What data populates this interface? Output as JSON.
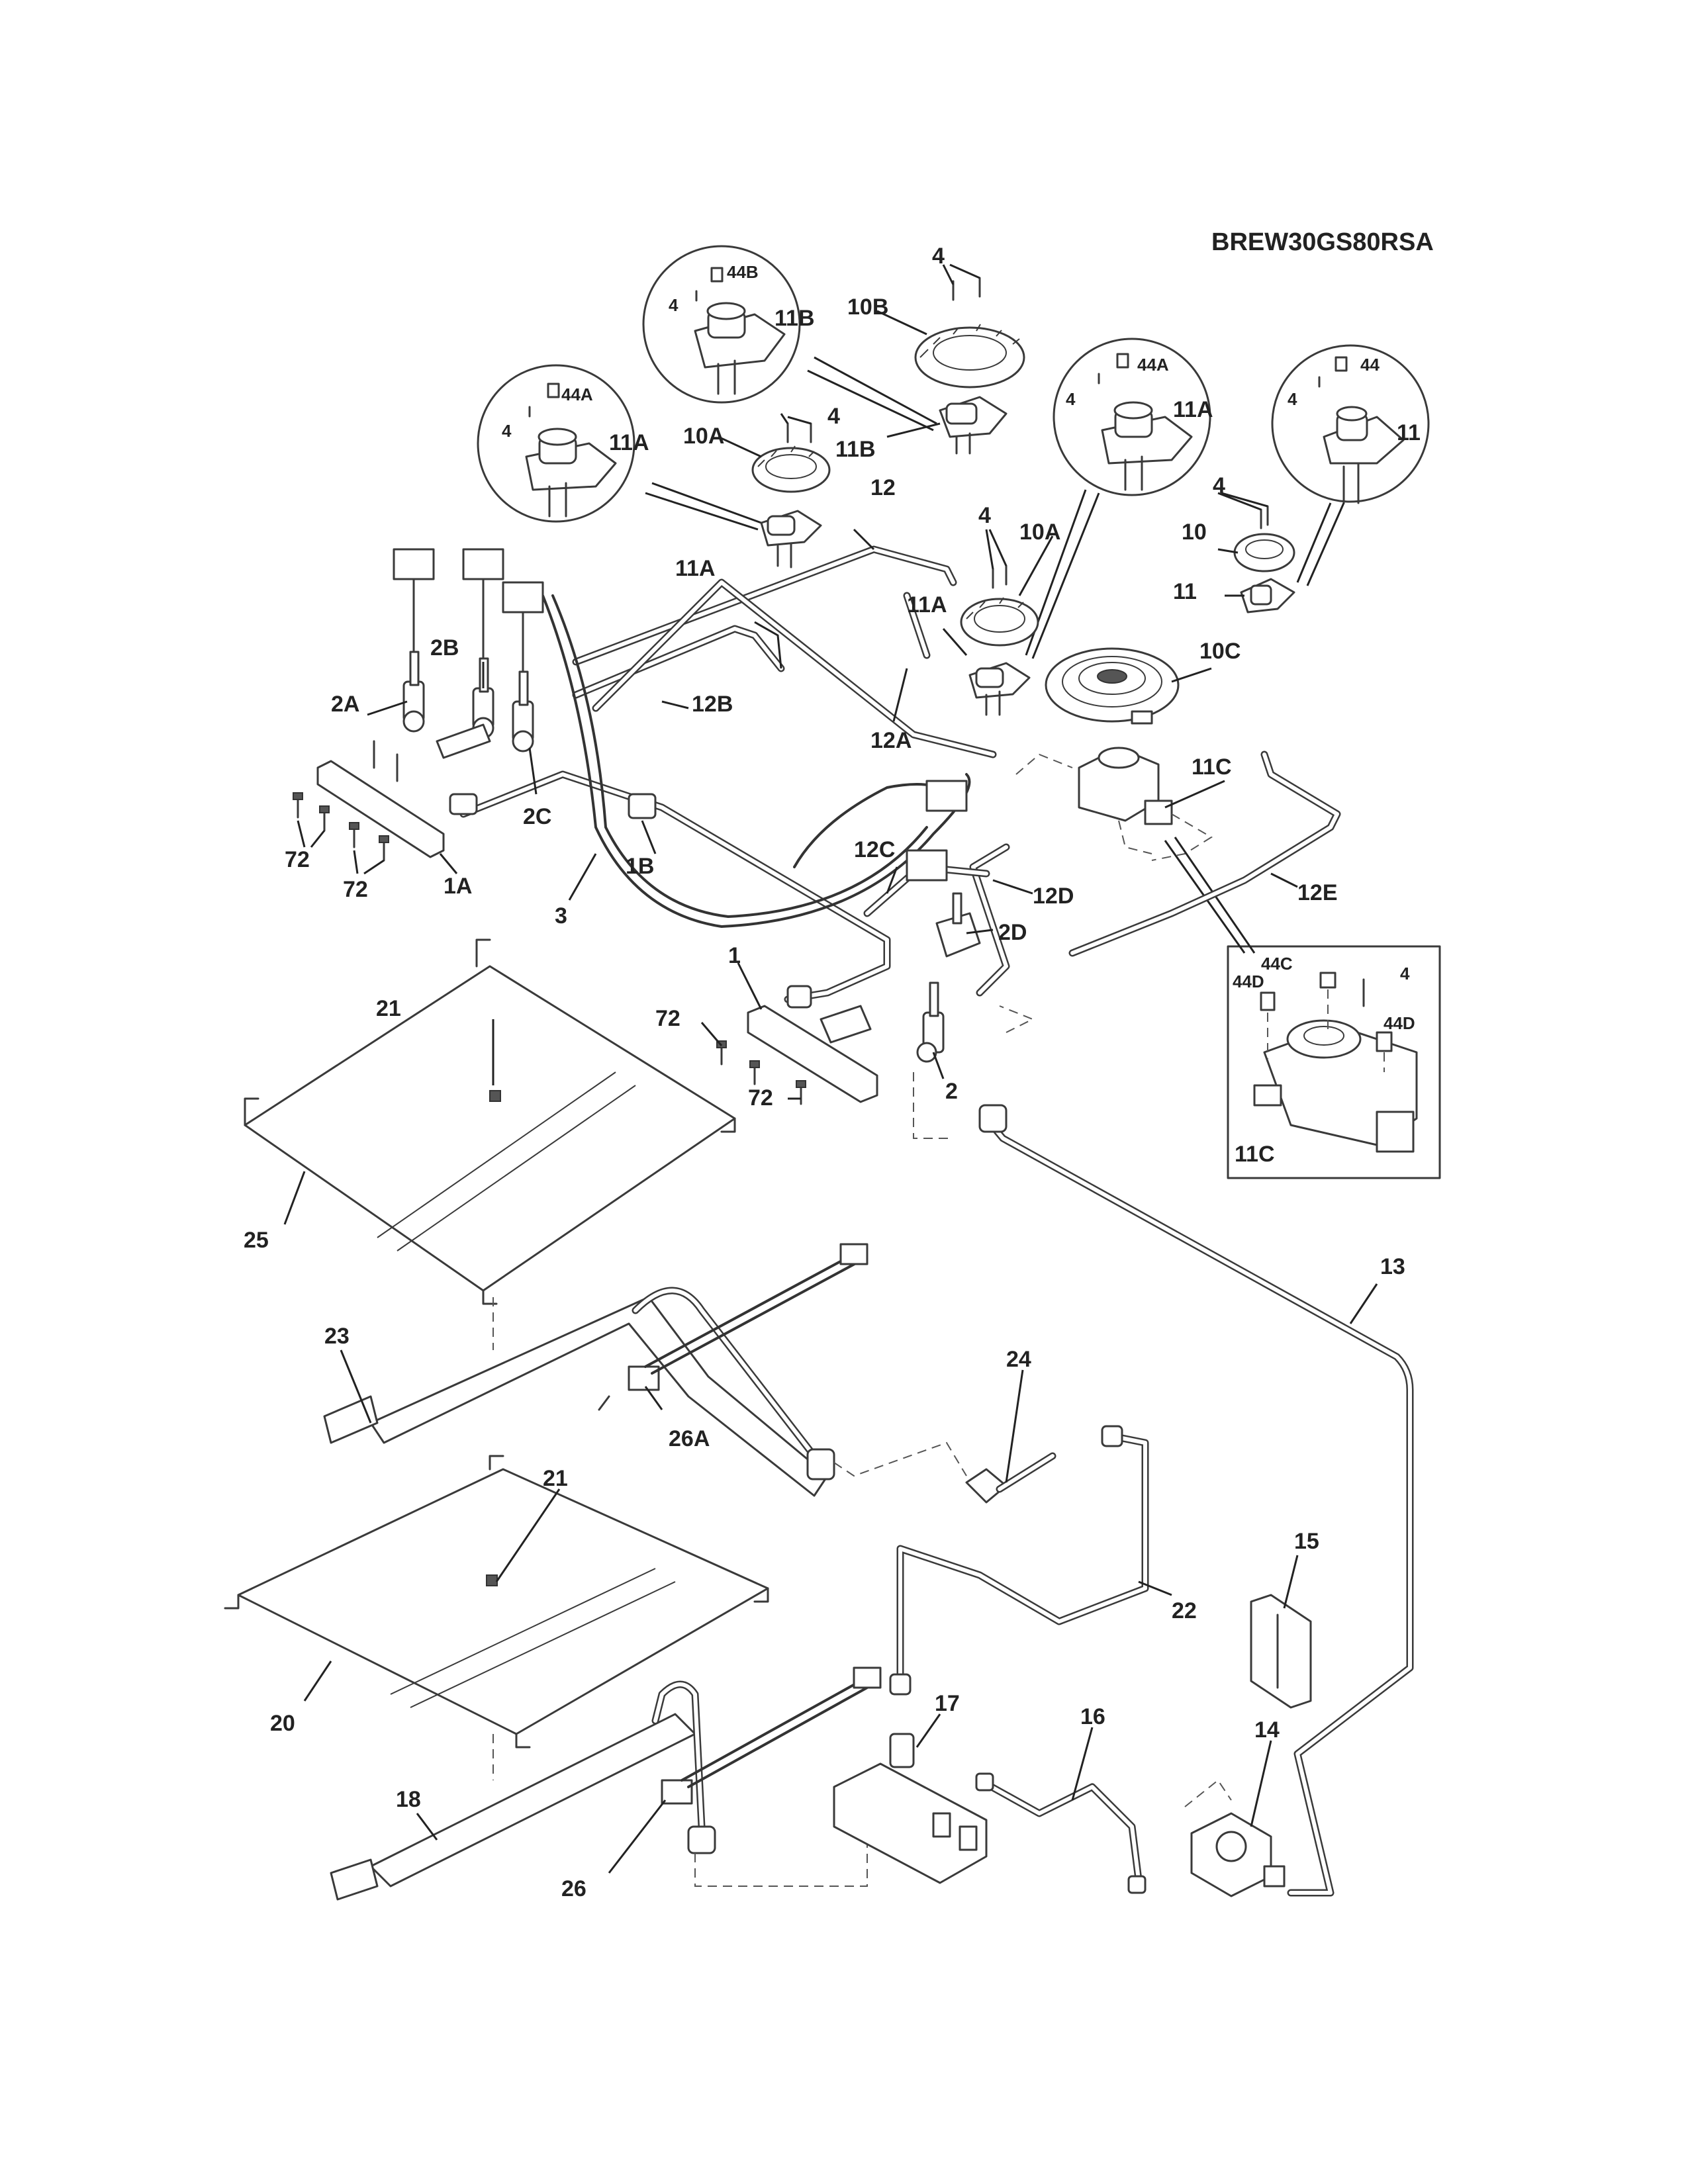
{
  "model": "BREW30GS80RSA",
  "labels": {
    "l_4a": "4",
    "l_44b": "44B",
    "l_4b": "4",
    "l_11b_top": "11B",
    "l_10b": "10B",
    "l_4c": "4",
    "l_44a_l": "44A",
    "l_4d": "4",
    "l_11a_l": "11A",
    "l_10a_l": "10A",
    "l_4e": "4",
    "l_11b": "11B",
    "l_44a_r": "44A",
    "l_4f": "4",
    "l_11a_r": "11A",
    "l_44": "44",
    "l_4g": "4",
    "l_11_top": "11",
    "l_12": "12",
    "l_11a_mid": "11A",
    "l_4h": "4",
    "l_10a_r": "10A",
    "l_4i": "4",
    "l_10": "10",
    "l_11": "11",
    "l_11a_low": "11A",
    "l_10c": "10C",
    "l_2b": "2B",
    "l_2a": "2A",
    "l_12b": "12B",
    "l_12a": "12A",
    "l_11c": "11C",
    "l_2c": "2C",
    "l_72a": "72",
    "l_72b": "72",
    "l_1a": "1A",
    "l_1b": "1B",
    "l_3": "3",
    "l_12c": "12C",
    "l_12d": "12D",
    "l_12e": "12E",
    "l_2d": "2D",
    "l_44c": "44C",
    "l_44d_l": "44D",
    "l_4j": "4",
    "l_44d_r": "44D",
    "l_11c_box": "11C",
    "l_1": "1",
    "l_72c": "72",
    "l_72d": "72",
    "l_2": "2",
    "l_21a": "21",
    "l_25": "25",
    "l_13": "13",
    "l_23": "23",
    "l_24": "24",
    "l_26a": "26A",
    "l_21b": "21",
    "l_15": "15",
    "l_22": "22",
    "l_20": "20",
    "l_17": "17",
    "l_16": "16",
    "l_14": "14",
    "l_18": "18",
    "l_26": "26"
  }
}
